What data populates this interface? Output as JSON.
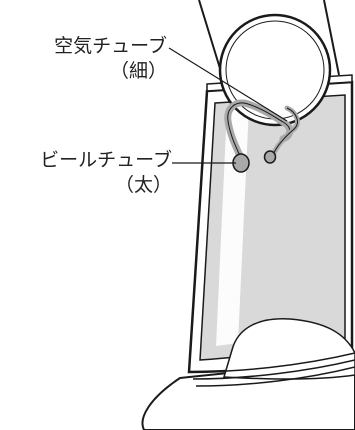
{
  "callouts": {
    "air_tube": {
      "label": "空気チューブ",
      "note": "（細）"
    },
    "beer_tube": {
      "label": "ビールチューブ",
      "note": "（太）"
    }
  },
  "colors": {
    "line": "#1a1a1a",
    "liquid": "#d9d9d9",
    "tube": "#a9a9a9",
    "background": "#ffffff"
  }
}
